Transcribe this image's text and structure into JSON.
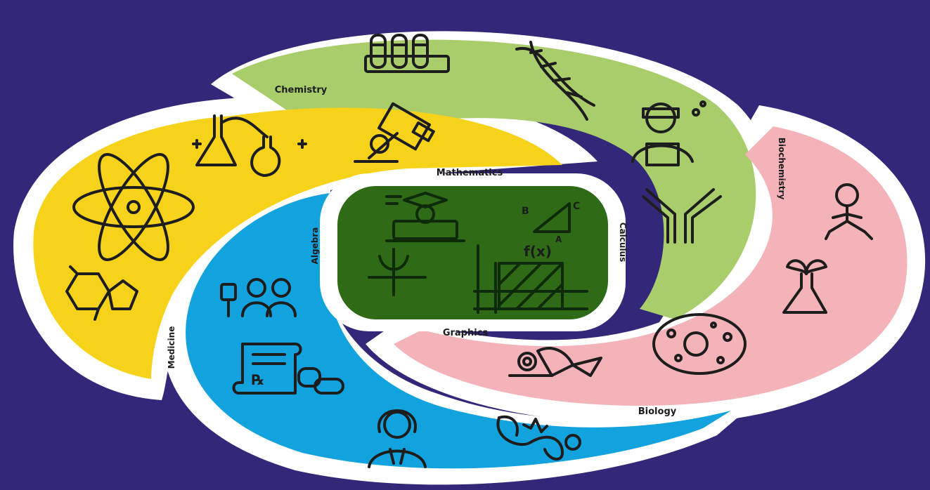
{
  "diagram": {
    "labels": {
      "chemistry": "Chemistry",
      "biochemistry": "Biochemistry",
      "biology": "Biology",
      "medicine": "Medicine",
      "mathematics": "Mathematics",
      "calculus": "Calculus",
      "graphics": "Graphics",
      "algebra": "Algebra",
      "fx": "f(x)"
    },
    "colors": {
      "background": "#33277a",
      "outline": "#ffffff",
      "green_ring": "#a9cd6a",
      "yellow_ring": "#f7d21b",
      "pink_ring": "#f3b3b9",
      "blue_ring": "#12a3df",
      "center": "#2f6a17"
    },
    "icons": [
      "test-tubes-icon",
      "dna-icon",
      "scientist-icon",
      "antibody-icon",
      "lab-flasks-icon",
      "microscope-icon",
      "atom-icon",
      "molecule-icon",
      "bacteriophage-icon",
      "plant-flask-icon",
      "cell-icon",
      "biologist-icon",
      "iv-drip-patients-icon",
      "prescription-pills-icon",
      "doctor-icon",
      "stethoscope-icon",
      "graduate-laptop-icon",
      "triangle-icon",
      "graph-icon",
      "integral-plot-icon"
    ]
  }
}
